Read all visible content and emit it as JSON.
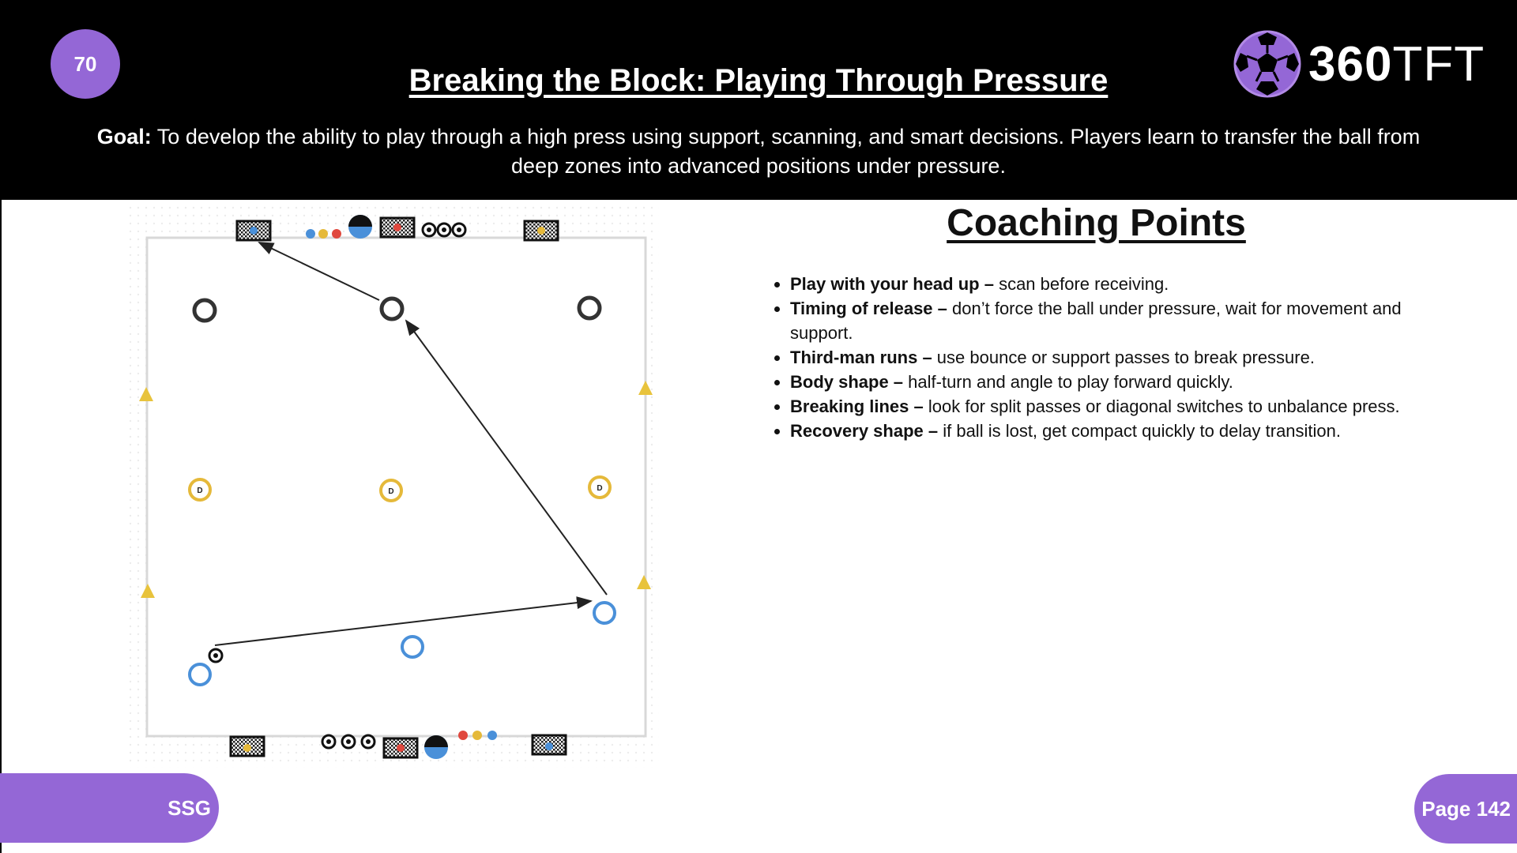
{
  "session_number": "70",
  "title": "Breaking the Block: Playing Through Pressure",
  "brand": {
    "name_bold": "360",
    "name_light": "TFT",
    "color": "#9467d6"
  },
  "goal": {
    "label": "Goal:",
    "text": " To develop the ability to play through a high press using support, scanning, and smart decisions. Players learn to transfer the ball from deep zones into advanced positions under pressure."
  },
  "coaching": {
    "title": "Coaching Points",
    "points": [
      {
        "bold": "Play with your head up –",
        "text": " scan before receiving."
      },
      {
        "bold": "Timing of release –",
        "text": " don’t force the ball under pressure, wait for movement and support."
      },
      {
        "bold": "Third-man runs –",
        "text": " use bounce or support passes to break pressure."
      },
      {
        "bold": "Body shape –",
        "text": " half-turn and angle to play forward quickly."
      },
      {
        "bold": "Breaking lines –",
        "text": " look for split passes or diagonal switches to unbalance press."
      },
      {
        "bold": "Recovery shape –",
        "text": " if ball is lost, get compact quickly to delay transition."
      }
    ]
  },
  "diagram": {
    "defender_label": "D",
    "colors": {
      "attacker": "#4a90d9",
      "defender": "#e5b93a",
      "neutral": "#333333",
      "cone": "#e8c33c",
      "red": "#e0483e"
    }
  },
  "footer": {
    "category": "SSG",
    "page": "Page 142"
  }
}
